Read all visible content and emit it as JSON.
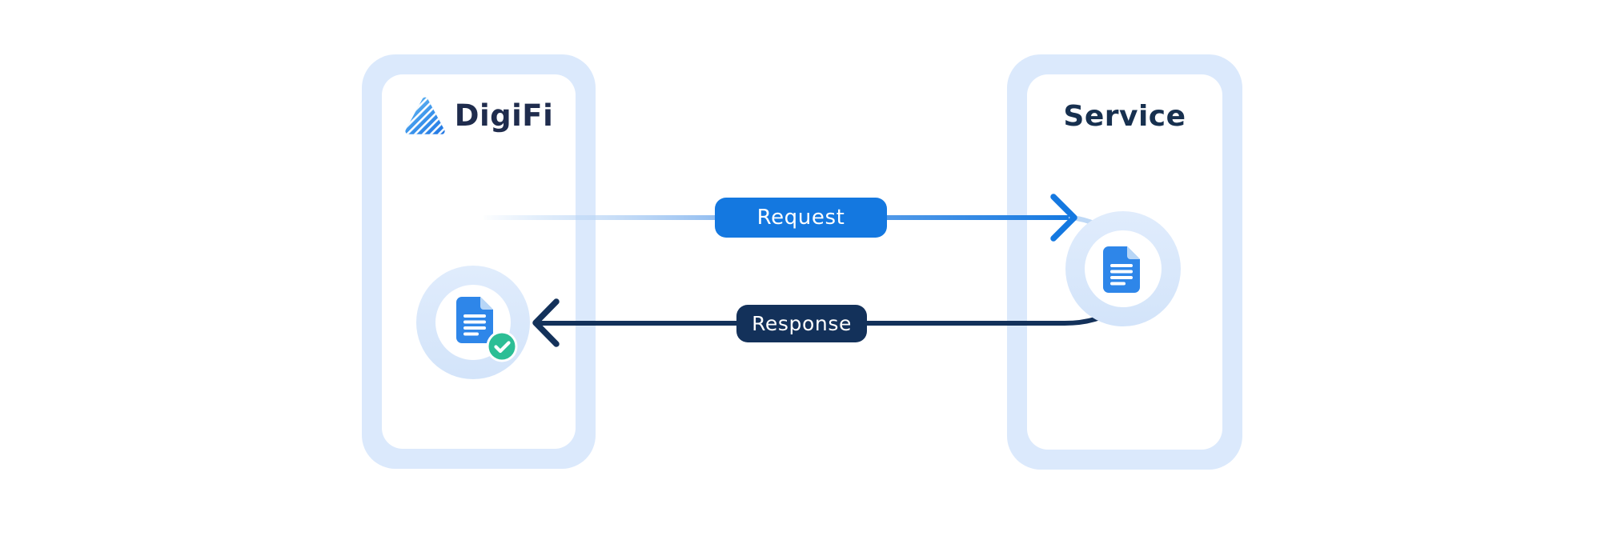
{
  "left_panel": {
    "brand": "DigiFi"
  },
  "right_panel": {
    "title": "Service"
  },
  "flows": {
    "request_label": "Request",
    "response_label": "Response"
  },
  "icons": {
    "logo": "digifi-striped-triangle",
    "left_document": "document-with-check",
    "right_document": "document",
    "check_badge": "green-checkmark"
  },
  "colors": {
    "accent_blue": "#1478E0",
    "navy": "#13315A",
    "panel_light_blue": "#DBE9FC",
    "ring_light_blue": "#D9E8FB",
    "document_blue": "#2E86E9",
    "document_fold": "#B7D6F7",
    "check_green": "#2CBE95",
    "brand_text": "#1F2C4D",
    "service_text": "#17304F"
  }
}
